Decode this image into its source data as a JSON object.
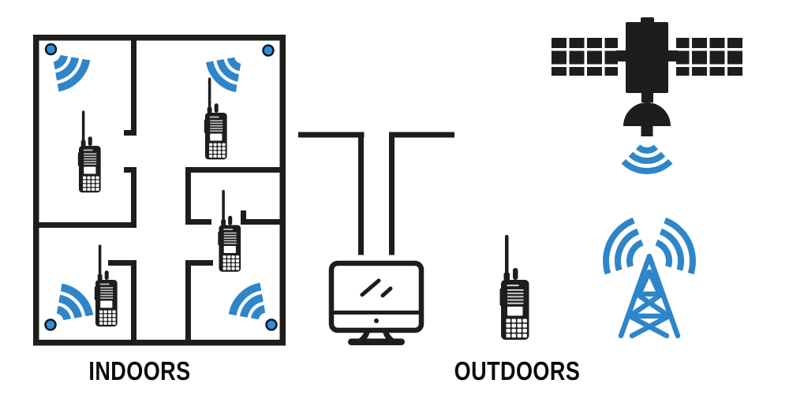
{
  "labels": {
    "indoors": "INDOORS",
    "outdoors": "OUTDOORS"
  },
  "colors": {
    "ink": "#1d1d1b",
    "signal_blue": "#2e86c9",
    "dot_fill": "#2f8cd6",
    "dot_stroke": "#0d1b28",
    "text": "#0a0a0a",
    "background": "#ffffff",
    "radio_detail_gray": "#c9cdd1"
  },
  "indoor_scene": {
    "label": "INDOORS",
    "floorplan": "four-room floor plan with door gaps and central corridor",
    "rooms": [
      {
        "position": "top-left",
        "items": [
          "corner-dot",
          "wifi-signal-icon radiating down-right",
          "handheld-radio-icon"
        ]
      },
      {
        "position": "top-right",
        "items": [
          "corner-dot",
          "wifi-signal-icon radiating down-left",
          "handheld-radio-icon"
        ]
      },
      {
        "position": "bottom-left",
        "items": [
          "corner-dot",
          "wifi-signal-icon radiating up-right",
          "handheld-radio-icon"
        ]
      },
      {
        "position": "bottom-right",
        "items": [
          "corner-dot",
          "wifi-signal-icon radiating up-left",
          "handheld-radio-icon standing in doorway"
        ]
      }
    ]
  },
  "link_scene": {
    "items": [
      "connection-lines from floor plan to computer",
      "computer-monitor-icon"
    ]
  },
  "outdoor_scene": {
    "label": "OUTDOORS",
    "items": [
      "handheld-radio-icon",
      "satellite-icon",
      "satellite-signal-icon radiating down",
      "radio-tower-icon",
      "tower-signal-waves left",
      "tower-signal-waves right"
    ]
  }
}
